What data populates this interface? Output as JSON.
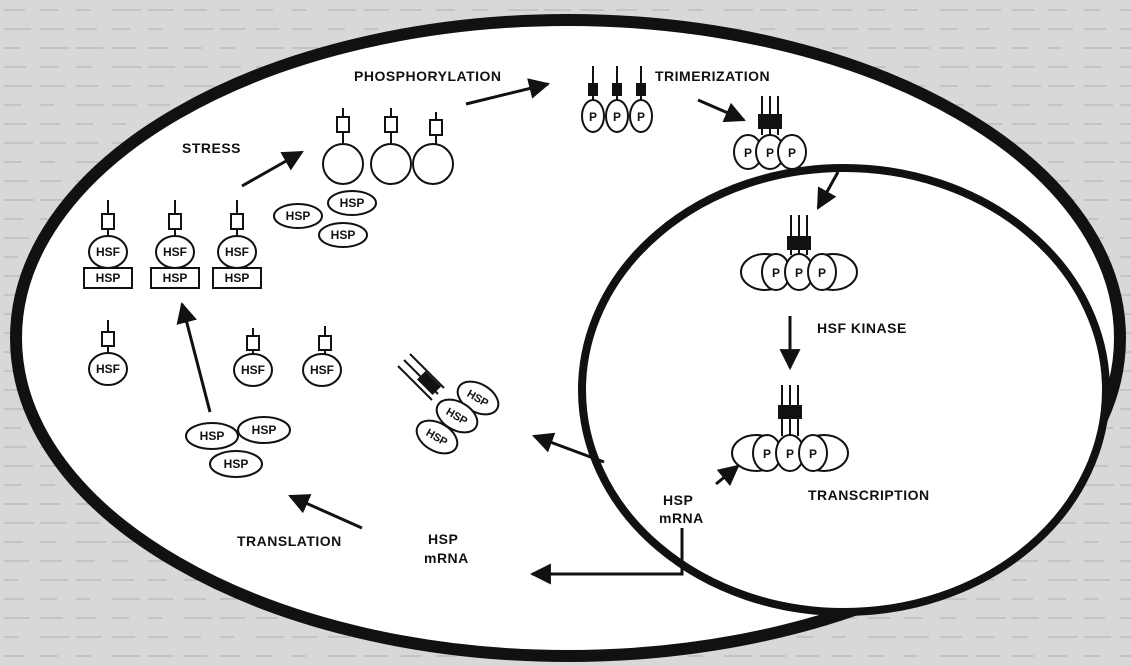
{
  "figure": {
    "labels": {
      "stress": "STRESS",
      "phosphorylation": "PHOSPHORYLATION",
      "trimerization": "TRIMERIZATION",
      "hsf_kinase": "HSF KINASE",
      "transcription": "TRANSCRIPTION",
      "translation": "TRANSLATION",
      "mrna_nucleus_1": "HSP",
      "mrna_nucleus_2": "mRNA",
      "mrna_cyto_1": "HSP",
      "mrna_cyto_2": "mRNA"
    },
    "molecules": {
      "hsf": "HSF",
      "hsp": "HSP",
      "phospho": "P"
    }
  }
}
